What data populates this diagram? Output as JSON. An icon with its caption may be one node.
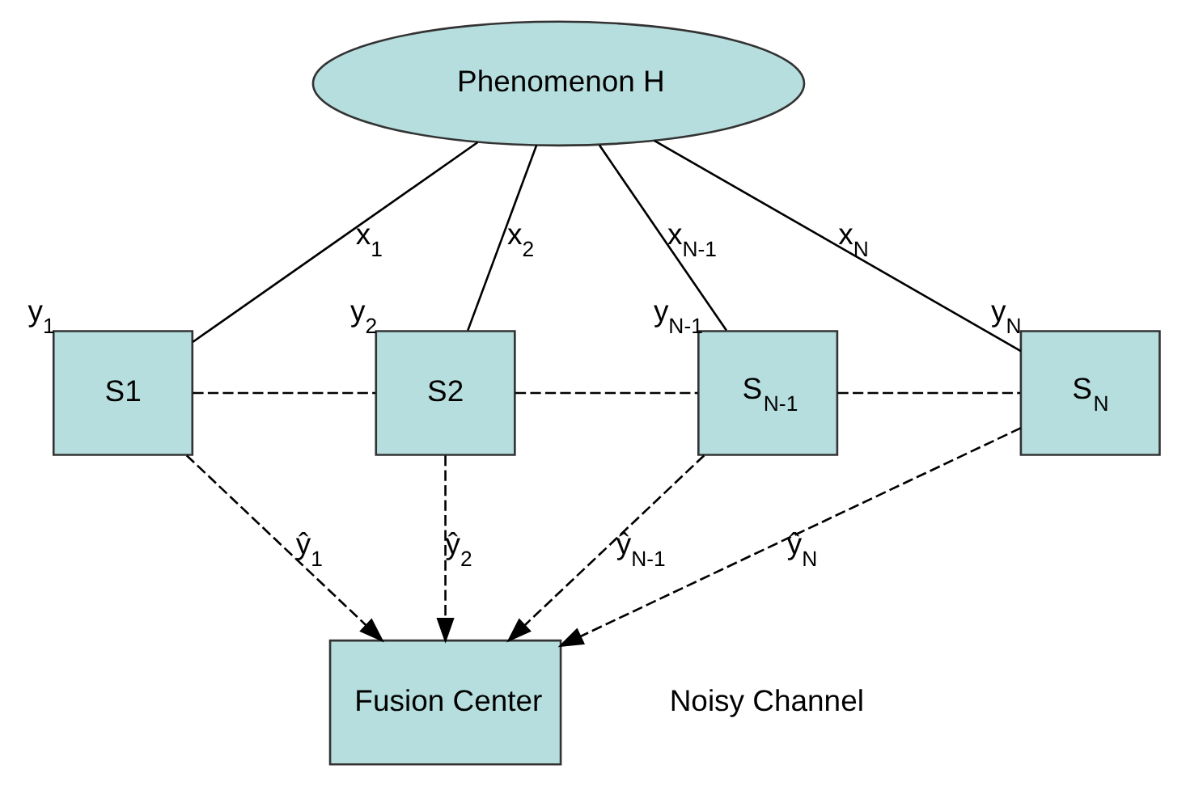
{
  "diagram": {
    "nodes": [
      {
        "text": [
          "Phenomenon H"
        ]
      },
      {
        "text": [
          "S1"
        ],
        "beside": [
          "y$_{1}$"
        ]
      },
      {
        "text": [
          "S2"
        ],
        "beside": [
          "y$_{2}$"
        ]
      },
      {
        "text": [
          "S$_{N-1}$"
        ],
        "beside": [
          "y$_{N-1}$"
        ]
      },
      {
        "text": [
          "S$_{N}$"
        ],
        "beside": [
          "y$_{N}$"
        ]
      },
      {
        "text": [
          "Fusion Center"
        ]
      }
    ],
    "edges": [
      {
        "from": 0,
        "to": 1,
        "arrow": "none",
        "label": "x$_{1}$"
      },
      {
        "from": 0,
        "to": 2,
        "arrow": "none",
        "label": "x$_{2}$"
      },
      {
        "from": 0,
        "to": 3,
        "arrow": "none",
        "label": "x$_{N-1}$"
      },
      {
        "from": 0,
        "to": 4,
        "arrow": "none",
        "label": "x$_{N}$"
      },
      {
        "from": 1,
        "to": 2,
        "arrow": "none",
        "style": "dashed"
      },
      {
        "from": 2,
        "to": 3,
        "arrow": "none",
        "style": "dashed"
      },
      {
        "from": 3,
        "to": 4,
        "arrow": "none",
        "style": "dashed"
      },
      {
        "from": 1,
        "to": 5,
        "arrow": "to",
        "style": "dashed",
        "label": "ŷ$_{1}$"
      },
      {
        "from": 2,
        "to": 5,
        "arrow": "to",
        "style": "dashed",
        "label": "ŷ$_{2}$"
      },
      {
        "from": 3,
        "to": 5,
        "arrow": "to",
        "style": "dashed",
        "label": "ŷ$_{N-1}$"
      },
      {
        "from": 4,
        "to": 5,
        "arrow": "to",
        "style": "dashed",
        "label": "ŷ$_{N}$"
      }
    ],
    "labels": [
      "Noisy Channel"
    ]
  }
}
